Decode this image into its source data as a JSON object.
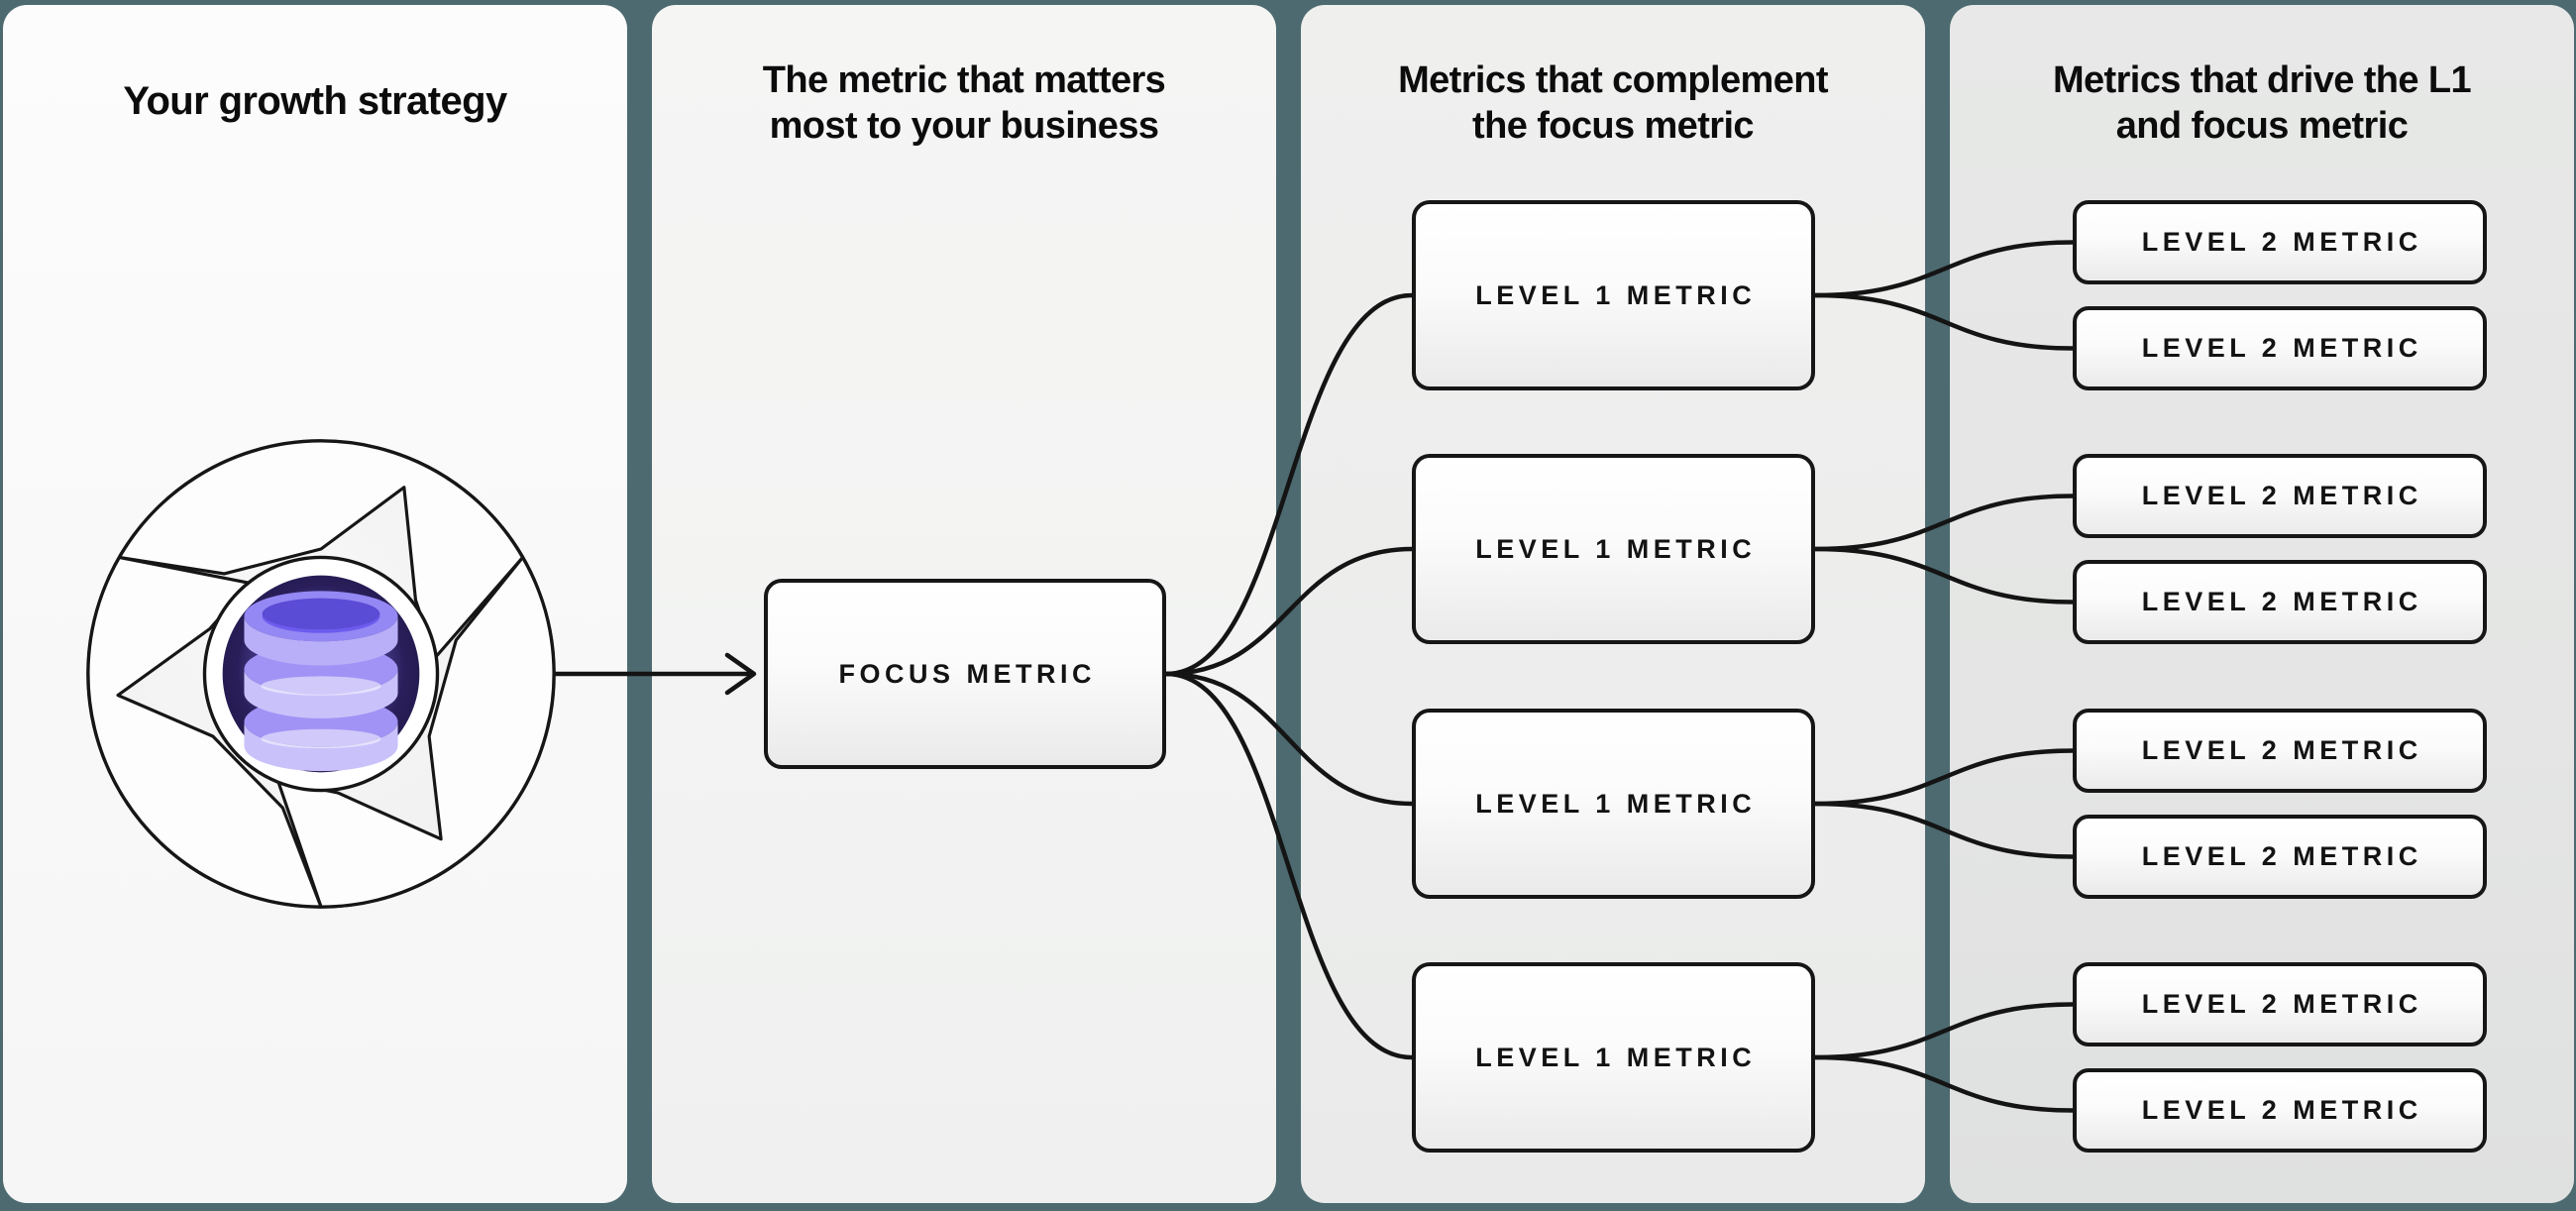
{
  "colors": {
    "background-teal": "#4c6a70",
    "line-black": "#161616",
    "accent-purple": "#6c5cee",
    "panel1-bg": "#fafafa",
    "panel2-bg": "#f2f3f2",
    "panel3-bg": "#ecedec",
    "panel4-bg": "#e3e4e3"
  },
  "panels": [
    {
      "title": "Your growth strategy"
    },
    {
      "title": "The metric that matters\nmost to your business"
    },
    {
      "title": "Metrics that complement\nthe focus metric"
    },
    {
      "title": "Metrics that drive the L1\nand focus metric"
    }
  ],
  "focus_box": {
    "label": "FOCUS METRIC"
  },
  "l1_boxes": [
    {
      "label": "LEVEL 1 METRIC"
    },
    {
      "label": "LEVEL 1 METRIC"
    },
    {
      "label": "LEVEL 1 METRIC"
    },
    {
      "label": "LEVEL 1 METRIC"
    }
  ],
  "l2_boxes": [
    {
      "label": "LEVEL 2 METRIC"
    },
    {
      "label": "LEVEL 2 METRIC"
    },
    {
      "label": "LEVEL 2 METRIC"
    },
    {
      "label": "LEVEL 2 METRIC"
    },
    {
      "label": "LEVEL 2 METRIC"
    },
    {
      "label": "LEVEL 2 METRIC"
    },
    {
      "label": "LEVEL 2 METRIC"
    },
    {
      "label": "LEVEL 2 METRIC"
    }
  ],
  "icon": {
    "name": "growth-loop-database-icon"
  }
}
